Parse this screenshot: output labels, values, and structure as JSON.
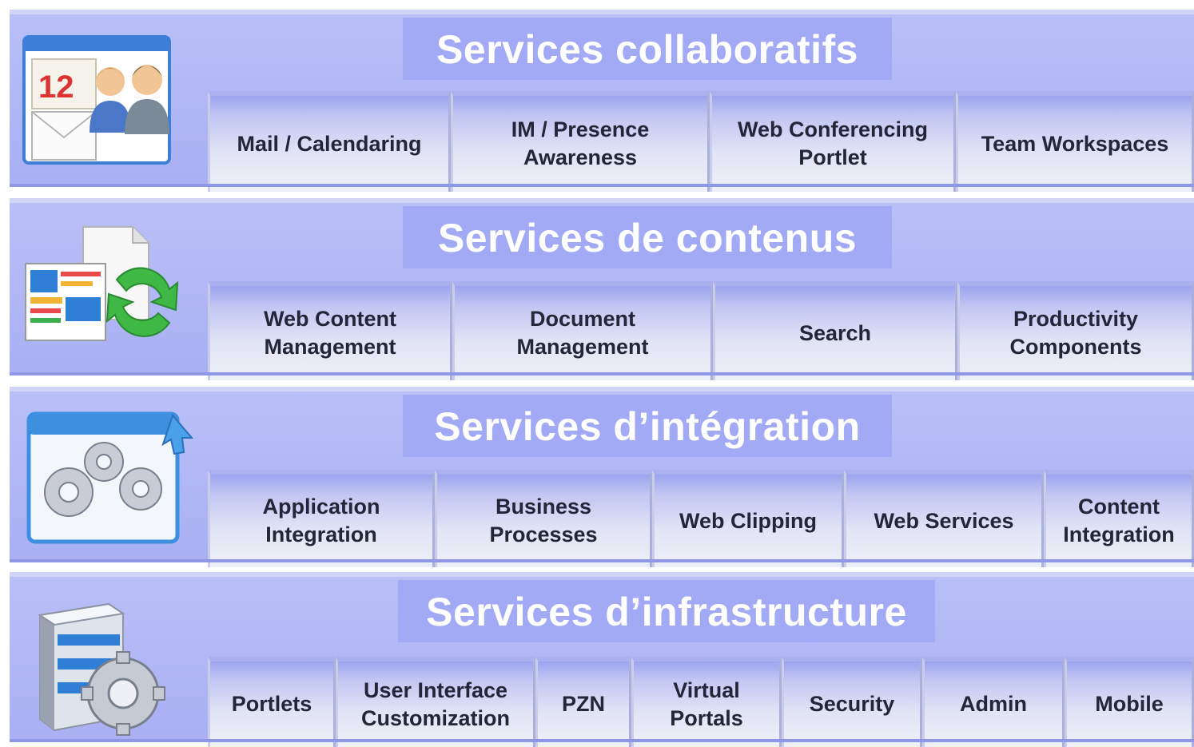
{
  "bands": [
    {
      "title": "Services collaboratifs",
      "icon": "calendar-people-icon",
      "tiles": [
        "Mail / Calendaring",
        "IM / Presence\nAwareness",
        "Web Conferencing\nPortlet",
        "Team Workspaces"
      ]
    },
    {
      "title": "Services de contenus",
      "icon": "document-sync-icon",
      "tiles": [
        "Web Content\nManagement",
        "Document\nManagement",
        "Search",
        "Productivity\nComponents"
      ]
    },
    {
      "title": "Services d’intégration",
      "icon": "window-gears-icon",
      "tiles": [
        "Application\nIntegration",
        "Business\nProcesses",
        "Web Clipping",
        "Web Services",
        "Content\nIntegration"
      ]
    },
    {
      "title": "Services d’infrastructure",
      "icon": "server-gear-icon",
      "tiles": [
        "Portlets",
        "User Interface\nCustomization",
        "PZN",
        "Virtual\nPortals",
        "Security",
        "Admin",
        "Mobile"
      ]
    }
  ],
  "colors": {
    "band_bg": "#b9bff7",
    "title_bg": "#a2aaf5",
    "title_text": "#ffffff",
    "tile_text": "#222638"
  }
}
